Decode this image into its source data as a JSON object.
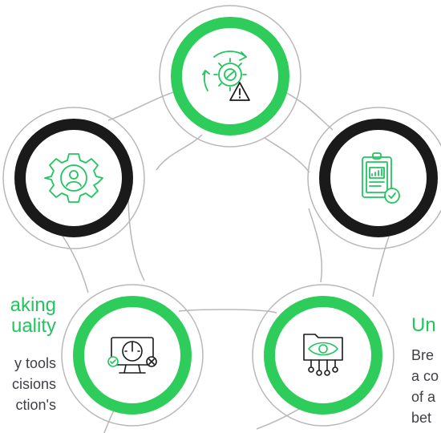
{
  "nodes": [
    {
      "icon": "gear-cycle-warning-icon",
      "ring": "#2ecc5a"
    },
    {
      "icon": "gear-person-icon",
      "ring": "#1a1a1a"
    },
    {
      "icon": "clipboard-chart-check-icon",
      "ring": "#1a1a1a"
    },
    {
      "icon": "monitor-gauge-icon",
      "ring": "#2ecc5a"
    },
    {
      "icon": "folder-eye-network-icon",
      "ring": "#2ecc5a"
    }
  ],
  "colors": {
    "accent": "#22c55e",
    "dark": "#1a1a1a",
    "icon": "#22c55e",
    "connector": "#9ca3af"
  },
  "left_block": {
    "heading_lines": [
      "aking",
      "uality"
    ],
    "body_lines": [
      "y tools",
      "cisions",
      "ction's"
    ]
  },
  "right_block": {
    "heading_lines": [
      "Un"
    ],
    "body_lines": [
      "Bre",
      "a co",
      "of a",
      "bet"
    ]
  }
}
